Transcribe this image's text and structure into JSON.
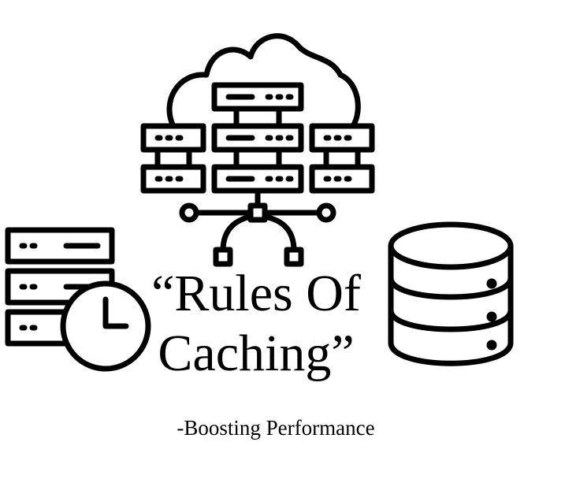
{
  "title_line1": "“Rules Of",
  "title_line2": "Caching”",
  "subtitle": "-Boosting Performance",
  "icons": [
    "cloud-server-network-icon",
    "server-clock-icon",
    "database-icon"
  ],
  "colors": {
    "ink": "#000000",
    "background": "#ffffff"
  }
}
